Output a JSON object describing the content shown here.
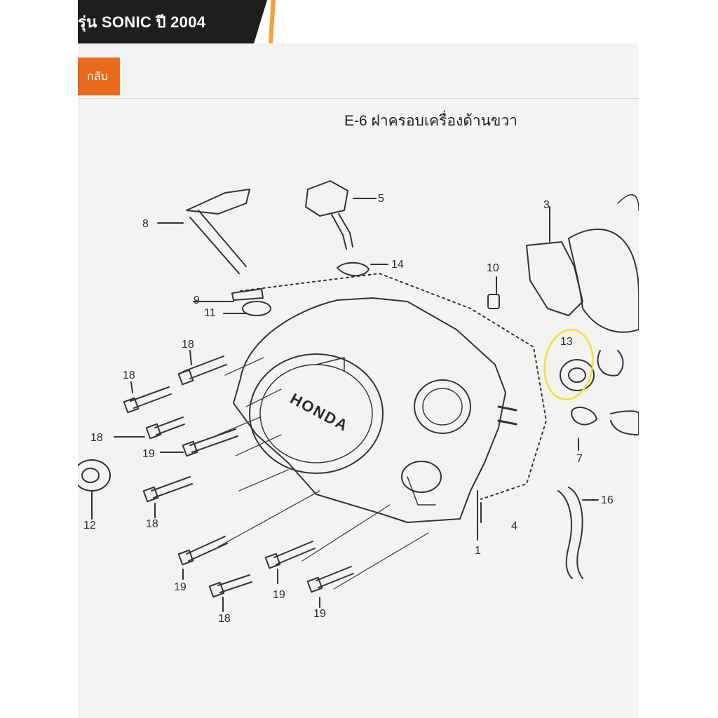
{
  "header": {
    "title": "รุ่น SONIC ปี 2004",
    "back_label": "กลับ"
  },
  "diagram": {
    "title": "E-6 ฝาครอบเครื่องด้านขวา",
    "brand": "HONDA",
    "part_labels": {
      "p1": "1",
      "p3": "3",
      "p4": "4",
      "p5": "5",
      "p7": "7",
      "p8": "8",
      "p9": "9",
      "p10": "10",
      "p11": "11",
      "p12": "12",
      "p13": "13",
      "p14": "14",
      "p16": "16",
      "p18a": "18",
      "p18b": "18",
      "p18c": "18",
      "p18d": "18",
      "p18e": "18",
      "p19a": "19",
      "p19b": "19",
      "p19c": "19",
      "p19d": "19"
    },
    "highlight": {
      "part": "13",
      "color": "#f1e23a"
    }
  }
}
